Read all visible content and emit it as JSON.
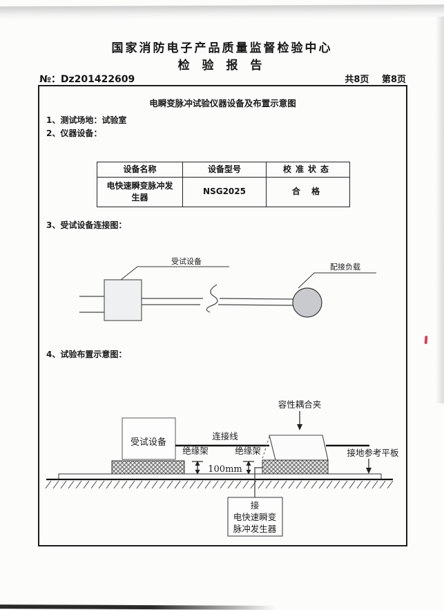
{
  "page": {
    "org_title": "国家消防电子产品质量监督检验中心",
    "report_title": "检 验 报 告",
    "report_no_label": "№：",
    "report_no": "Dz201422609",
    "pages_total": "共8页",
    "pages_current": "第8页"
  },
  "content": {
    "section_title": "电瞬变脉冲试验仪器设备及布置示意图",
    "items": {
      "item1": "1、测试场地：试验室",
      "item2": "2、仪器设备：",
      "item3": "3、受试设备连接图：",
      "item4": "4、试验布置示意图："
    },
    "equipment_table": {
      "headers": [
        "设备名称",
        "设备型号",
        "校准状态"
      ],
      "row": {
        "name": "电快速瞬变脉冲发生器",
        "model": "NSG2025",
        "status": "合 格"
      }
    },
    "connection_diagram": {
      "eut_label": "受试设备",
      "load_label": "配接负载"
    },
    "layout_diagram": {
      "clamp_label": "容性耦合夹",
      "eut_label": "受试设备",
      "cable_label": "连接线",
      "insulator_left_label": "绝缘架",
      "insulator_right_label": "绝缘架",
      "height_label": "100mm",
      "ground_label": "接地参考平板",
      "generator_line1": "接",
      "generator_line2": "电快速瞬变",
      "generator_line3": "脉冲发生器"
    }
  },
  "colors": {
    "ink": "#1b1b1b",
    "load_fill": "#c9cacd",
    "eut_fill": "#eef0f2",
    "red_mark": "#cf2038"
  }
}
